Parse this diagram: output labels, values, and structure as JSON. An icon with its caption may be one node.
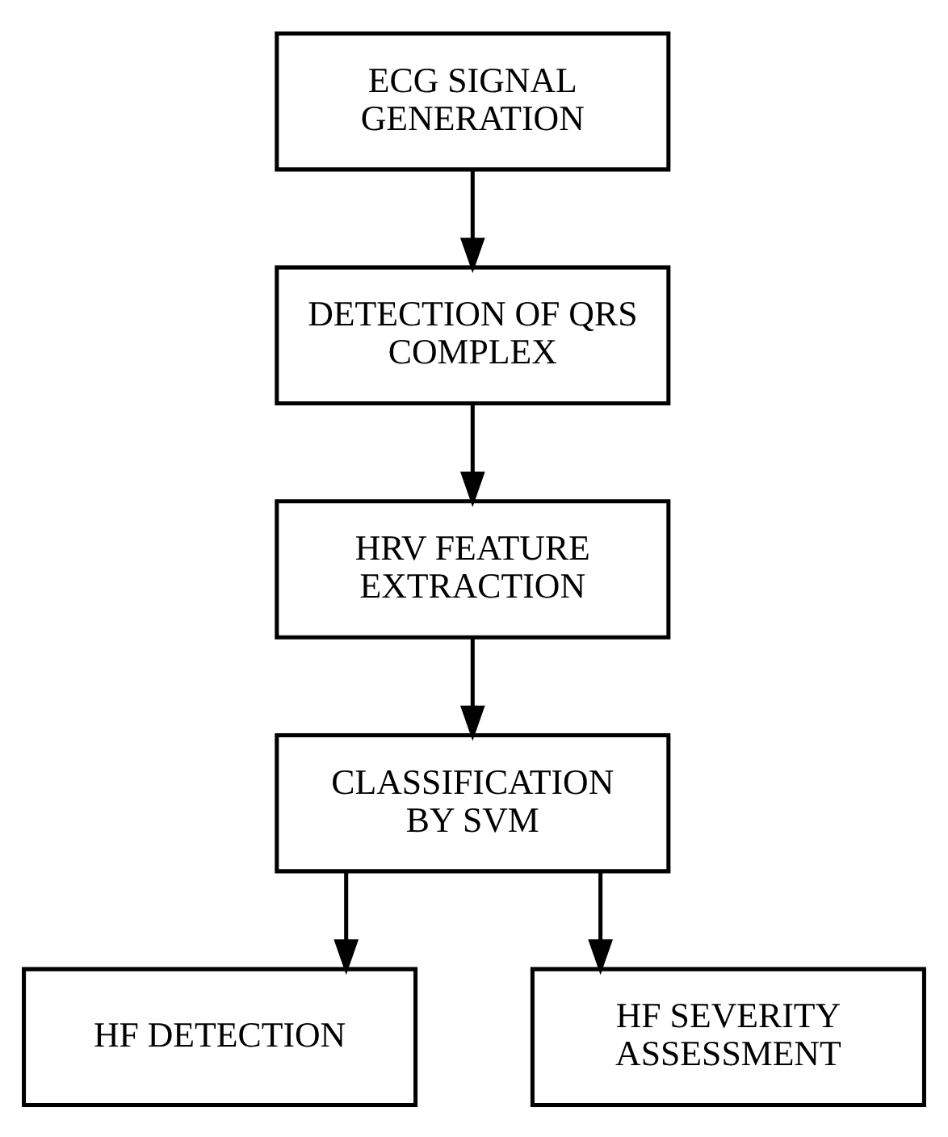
{
  "diagram": {
    "nodes": [
      {
        "text": [
          "ECG SIGNAL GENERATION"
        ]
      },
      {
        "text": [
          "DETECTION OF QRS COMPLEX"
        ]
      },
      {
        "text": [
          "HRV FEATURE EXTRACTION"
        ]
      },
      {
        "text": [
          "CLASSIFICATION BY SVM"
        ]
      },
      {
        "text": [
          "HF DETECTION"
        ]
      },
      {
        "text": [
          "HF SEVERITY ASSESSMENT"
        ]
      }
    ],
    "edges": [
      {
        "from": 0,
        "to": 1,
        "arrow": "to"
      },
      {
        "from": 1,
        "to": 2,
        "arrow": "to"
      },
      {
        "from": 2,
        "to": 3,
        "arrow": "to"
      },
      {
        "from": 3,
        "to": 4,
        "arrow": "to"
      },
      {
        "from": 3,
        "to": 5,
        "arrow": "to"
      }
    ]
  }
}
